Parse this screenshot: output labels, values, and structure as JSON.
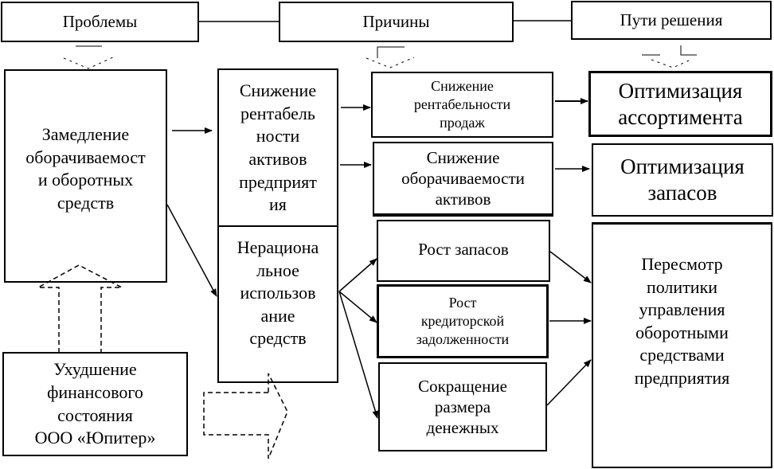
{
  "headers": {
    "problems": "Проблемы",
    "causes": "Причины",
    "solutions": "Пути решения"
  },
  "problems": {
    "main": "Замедление\nоборачиваемост\nи оборотных\nсредств",
    "root": "Ухудшение\nфинансового\nсостояния\nООО «Юпитер»"
  },
  "causes": {
    "primary": [
      "Снижение\nрентабель\nности\nактивов\nпредприят\nия",
      "Нерациона\nльное\nиспользов\nание\nсредств"
    ],
    "secondary": [
      "Снижение\nрентабельности\nпродаж",
      "Снижение\nоборачиваемости\nактивов",
      "Рост запасов",
      "Рост\nкредиторской\nзадолженности",
      "Сокращение\nразмера\nденежных"
    ]
  },
  "solutions": [
    "Оптимизация\nассортимента",
    "Оптимизация\nзапасов",
    "Пересмотр\nполитики\nуправления\nоборотными\nсредствами\nпредприятия"
  ],
  "icons": {
    "solid_arrow": "arrow-icon",
    "dashed_arrow": "dashed-arrow-icon"
  }
}
